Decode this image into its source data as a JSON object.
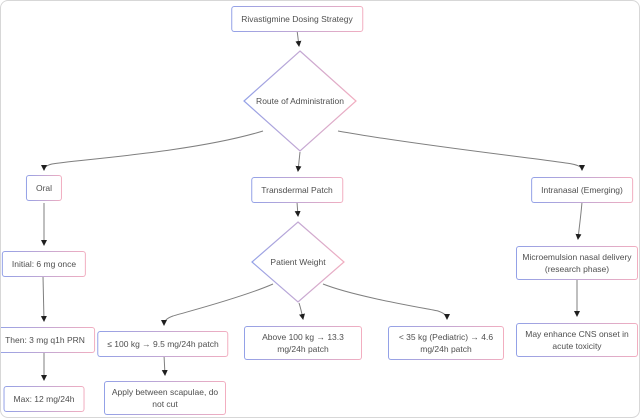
{
  "diagram_type": "flowchart",
  "nodes": {
    "root": "Rivastigmine Dosing Strategy",
    "route": "Route of Administration",
    "oral": "Oral",
    "patch": "Transdermal Patch",
    "intranasal": "Intranasal (Emerging)",
    "oral_initial": "Initial: 6 mg once",
    "oral_then": "Then: 3 mg q1h PRN",
    "oral_max": "Max: 12 mg/24h",
    "weight": "Patient Weight",
    "weight_le100": "≤ 100 kg → 9.5 mg/24h patch",
    "weight_gt100": "Above 100 kg → 13.3 mg/24h patch",
    "weight_lt35": "< 35 kg (Pediatric) → 4.6 mg/24h patch",
    "apply": "Apply between scapulae, do not cut",
    "micro": "Microemulsion nasal delivery (research phase)",
    "cns": "May enhance CNS onset in acute toxicity"
  },
  "colors": {
    "border_blue": "#93a1e7",
    "border_pink": "#f2aec0",
    "edge": "#7f7f7f",
    "arrow": "#1f1f1f",
    "text": "#4f4f4f",
    "node_bg": "#ffffff"
  }
}
